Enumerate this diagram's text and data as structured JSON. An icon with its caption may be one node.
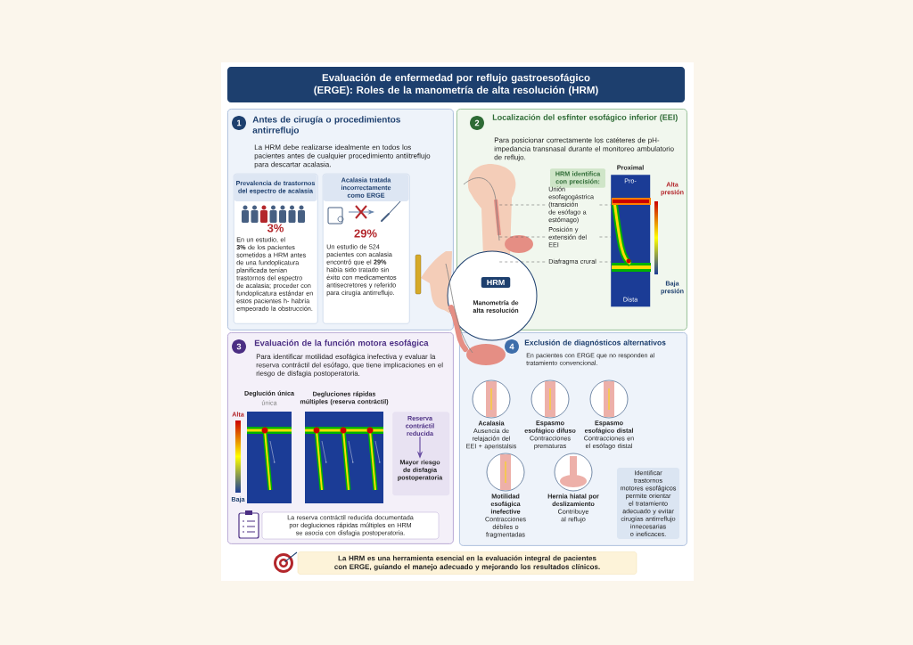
{
  "diagram": {
    "title": "Evaluación de enfermedad por reflujo gastroesofágico (ERGE): Roles de la manometría de alta resolución (HRM)",
    "nodes": [
      {
        "text": [
          "Antes de cirugía o procedimientos antirreflujo",
          "La HRM debe realizarse idealmente en todos los pacientes antes de cualquier procedimiento antiitreflujo para descartar acalasia."
        ]
      },
      {
        "text": [
          "Prevalencia de trastornos del espectro de acalasia",
          "3%",
          "En un estudio, el **3%** de los pacientes sometidos a HRM antes de una fundoplicatura planificada tenían trastornos del espectro de acalasia; proceder con fundoplicatura estándar en estos pacientes h- habría empeorado la obstrucción."
        ],
        "in": 0
      },
      {
        "text": [
          "Acalasia tratada incorrectamente como ERGE",
          "29%",
          "Un estudio de 524 pacientes con acalasia encontró que el **29%** había sido tratado sin éxito con medicamentos antisecretores y referido para cirugía antirreflujo."
        ],
        "in": 0
      },
      {
        "text": [
          "Localización del esfínter esofágico inferior (EEI)",
          "Para posicionar correctamente los catéteres de pH-impedancia transnasal durante el monitoreo ambulatorio de reflujo."
        ]
      },
      {
        "text": [
          "HRM identifica con precisión:"
        ],
        "in": 3
      },
      {
        "text": [
          "Unión esofagogástrica (transición de esófago a estómago)"
        ],
        "in": 3
      },
      {
        "text": [
          "Posición y extensión del EEI"
        ],
        "in": 3
      },
      {
        "text": [
          "Diafragma crural"
        ],
        "in": 3
      },
      {
        "text": [],
        "shape": "picture",
        "in": 3
      },
      {
        "text": [],
        "shape": "picture",
        "in": 3
      },
      {
        "text": [
          "HRM",
          "Manometría de alta resolución"
        ]
      },
      {
        "text": [
          "Evaluación de la función motora esofágica",
          "Para identificar motilidad esofágica inefectiva y evaluar la reserva contráctil del esófago, que tiene implicaciones en el riesgo de disfagia postoperatoria."
        ]
      },
      {
        "text": [],
        "shape": "box",
        "in": 11
      },
      {
        "text": [
          "Reserva contráctil reducida"
        ],
        "in": 12
      },
      {
        "text": [
          "Mayor riesgo de disfagia postoperatoria"
        ],
        "in": 12
      },
      {
        "text": [
          "La reserva contráctil reducida documentada por degluciones rápidas múltiples en HRM se asocia con disfagia postoperatoria."
        ],
        "in": 11
      },
      {
        "text": [
          "Exclusión de diagnósticos alternativos",
          "En pacientes con ERGE que no responden al tratamiento convencional."
        ]
      },
      {
        "text": [
          "Acalasia",
          "Ausencia de relajación del EEI + aperistalsis"
        ],
        "in": 16
      },
      {
        "text": [
          "Espasmo esofágico difuso",
          "Contracciones prematuras"
        ],
        "in": 16
      },
      {
        "text": [
          "Espasmo esofágico distal",
          "Contracciones en el esófago distal"
        ],
        "in": 16
      },
      {
        "text": [
          "Motilidad esofágica inefective",
          "Contracciones débiles o fragmentadas"
        ],
        "in": 16
      },
      {
        "text": [
          "Hernia hiatal por deslizamiento",
          "Contribuye al reflujo"
        ],
        "in": 16
      },
      {
        "text": [
          "Identificar trastornos motores esofágicos permite orientar el tratamiento adecuado y evitar cirugías antirreflujo innecesarias o ineficaces."
        ],
        "in": 16
      },
      {
        "text": [
          "La HRM es una herramienta esencial en la evaluación integral de pacientes con ERGE, guiando el manejo adecuado y mejorando los resultados clínicos."
        ]
      }
    ],
    "edges": [
      {
        "from": 8,
        "to": 5,
        "arrow": "none",
        "style": "dashed"
      },
      {
        "from": 5,
        "to": 9,
        "arrow": "none",
        "style": "dashed"
      },
      {
        "from": 8,
        "to": 6,
        "arrow": "none",
        "style": "dashed"
      },
      {
        "from": 6,
        "to": 9,
        "arrow": "none",
        "style": "dashed"
      },
      {
        "from": 8,
        "to": 7,
        "arrow": "none",
        "style": "dashed"
      },
      {
        "from": 7,
        "to": 9,
        "arrow": "none",
        "style": "dashed"
      },
      {
        "from": 13,
        "to": 14,
        "arrow": "to",
        "color": "#6a4fa3"
      }
    ],
    "labels": [
      "1",
      "2",
      "Proximal",
      "Pro-",
      "Alta presión",
      "Baja presión",
      "Dista",
      "3",
      "Deglución única",
      "única",
      "Degluciones rápidas múltiples (reserva contráctil)",
      "Alta",
      "Baja",
      "4"
    ]
  }
}
